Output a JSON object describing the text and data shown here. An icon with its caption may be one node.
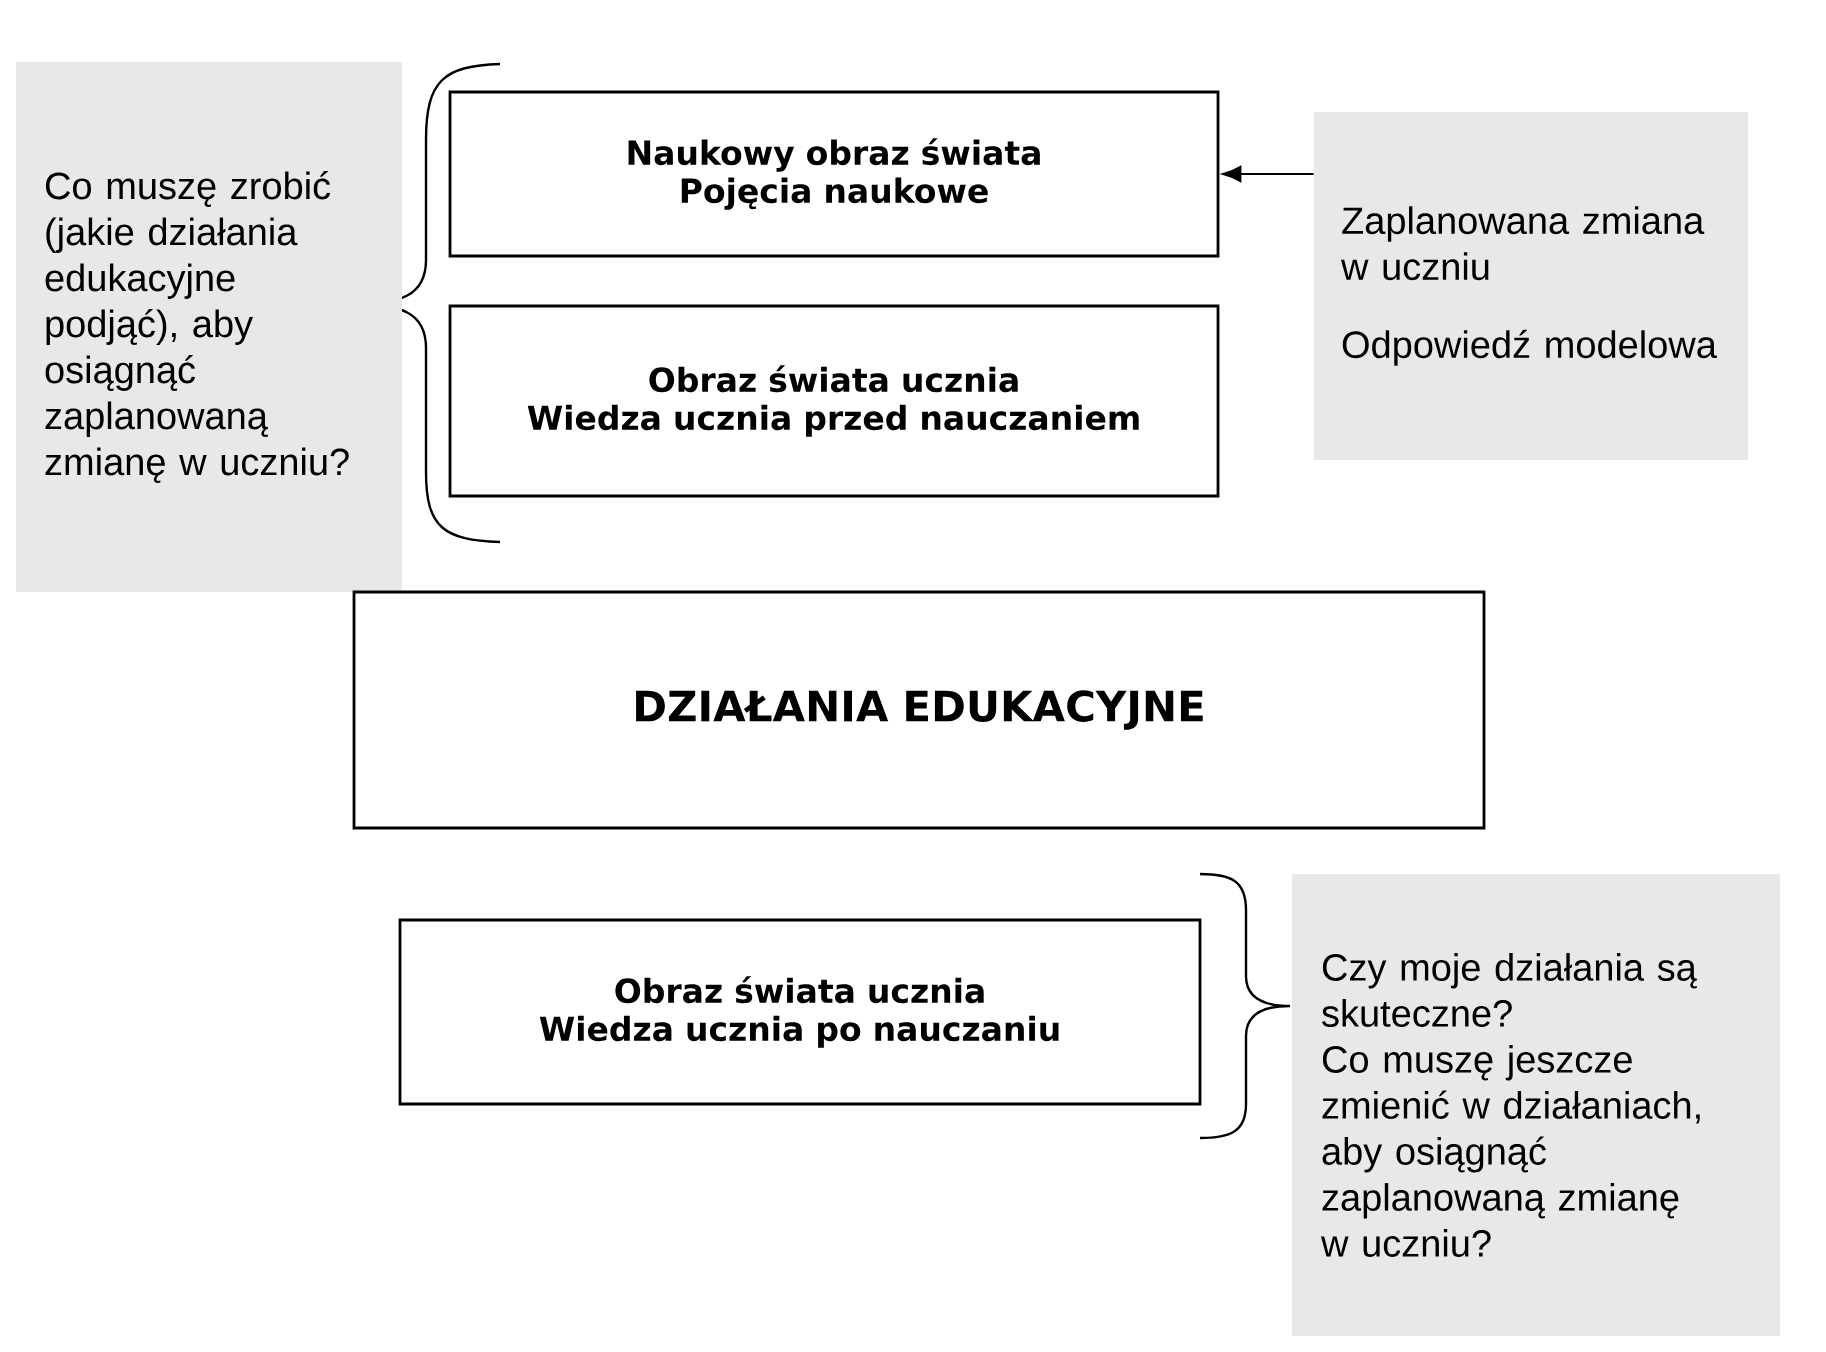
{
  "diagram": {
    "nodes": [
      {
        "text": [
          "Co muszę zrobić (jakie działania edukacyjne podjąć), aby osiągnąć zaplanowaną zmianę w uczniu?"
        ]
      },
      {
        "text": [
          "Naukowy obraz świata",
          "Pojęcia naukowe"
        ]
      },
      {
        "text": [
          "Obraz świata ucznia",
          "Wiedza ucznia przed nauczaniem"
        ]
      },
      {
        "text": [
          "Zaplanowana zmiana w uczniu",
          "Odpowiedź modelowa"
        ]
      },
      {
        "text": [
          "DZIAŁANIA EDUKACYJNE"
        ]
      },
      {
        "text": [
          "Obraz świata ucznia",
          "Wiedza ucznia po nauczaniu"
        ]
      },
      {
        "text": [
          "Czy moje działania są skuteczne?",
          "Co muszę jeszcze zmienić w działaniach, aby osiągnąć zaplanowaną zmianę w uczniu?"
        ]
      }
    ],
    "edges": [
      {
        "from": 3,
        "to": 1,
        "arrow": "to"
      }
    ]
  }
}
